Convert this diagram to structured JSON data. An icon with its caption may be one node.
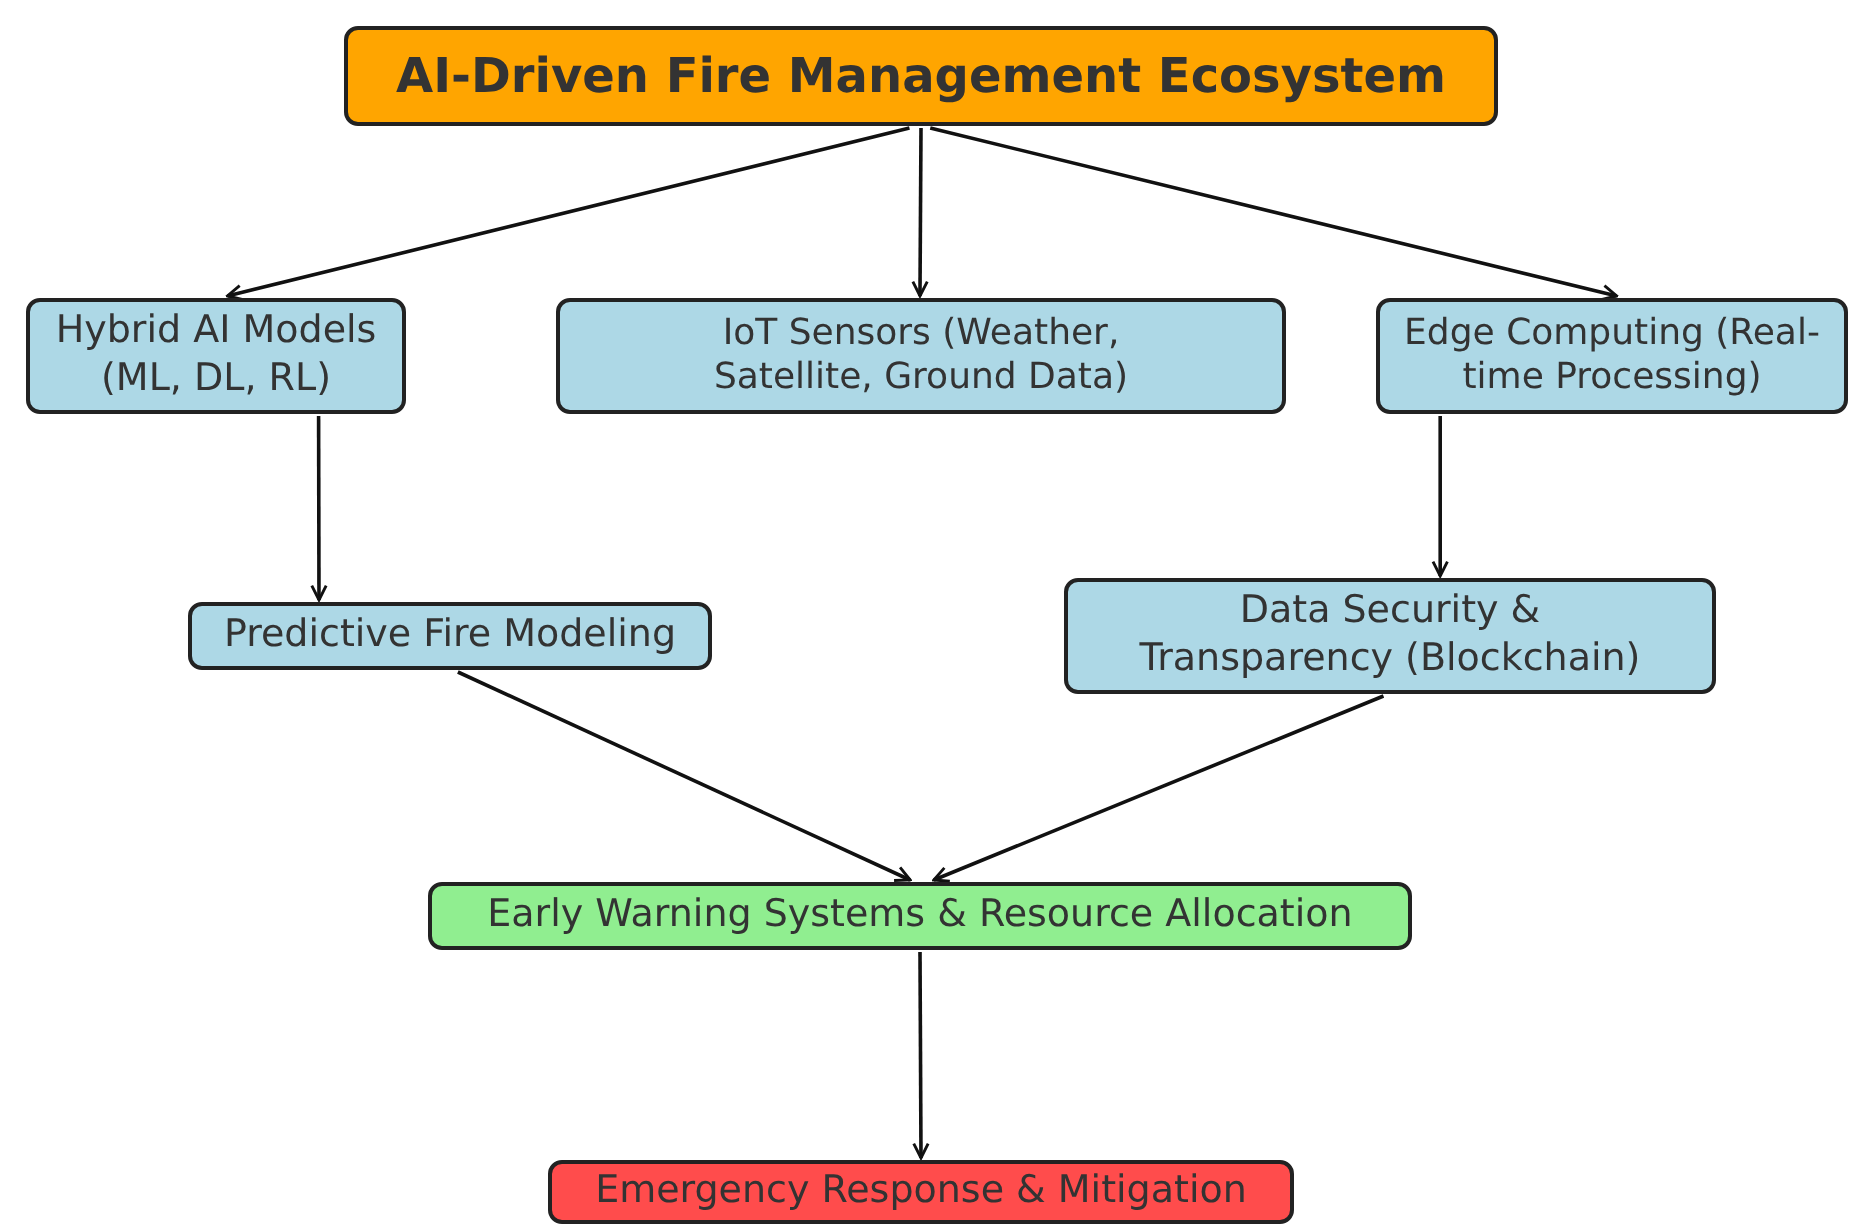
{
  "diagram": {
    "nodes": [
      {
        "text": [
          "AI-Driven Fire Management Ecosystem"
        ]
      },
      {
        "text": [
          "Hybrid AI Models (ML, DL, RL)"
        ]
      },
      {
        "text": [
          "IoT Sensors (Weather, Satellite, Ground Data)"
        ]
      },
      {
        "text": [
          "Edge Computing (Real-time Processing)"
        ]
      },
      {
        "text": [
          "Predictive Fire Modeling"
        ]
      },
      {
        "text": [
          "Data Security & Transparency (Blockchain)"
        ]
      },
      {
        "text": [
          "Early Warning Systems & Resource Allocation"
        ]
      },
      {
        "text": [
          "Emergency Response & Mitigation"
        ]
      }
    ],
    "edges": [
      {
        "from": 0,
        "to": 1,
        "arrow": "to"
      },
      {
        "from": 0,
        "to": 2,
        "arrow": "to"
      },
      {
        "from": 0,
        "to": 3,
        "arrow": "to"
      },
      {
        "from": 1,
        "to": 4,
        "arrow": "to"
      },
      {
        "from": 3,
        "to": 5,
        "arrow": "to"
      },
      {
        "from": 4,
        "to": 6,
        "arrow": "to"
      },
      {
        "from": 5,
        "to": 6,
        "arrow": "to"
      },
      {
        "from": 6,
        "to": 7,
        "arrow": "to"
      }
    ]
  }
}
